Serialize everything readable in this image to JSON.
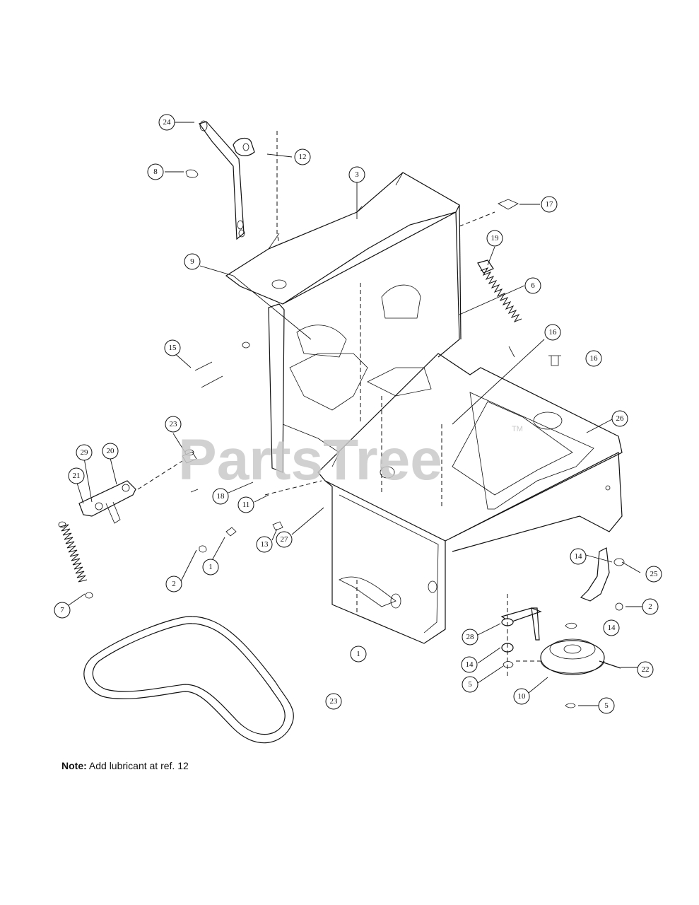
{
  "watermark": {
    "text": "PartsTree",
    "trademark": "TM"
  },
  "note": {
    "label": "Note:",
    "text": " Add lubricant at ref. 12"
  },
  "callouts": [
    {
      "id": "c24",
      "label": "24"
    },
    {
      "id": "c12",
      "label": "12"
    },
    {
      "id": "c8",
      "label": "8"
    },
    {
      "id": "c3",
      "label": "3"
    },
    {
      "id": "c17",
      "label": "17"
    },
    {
      "id": "c19",
      "label": "19"
    },
    {
      "id": "c9",
      "label": "9"
    },
    {
      "id": "c6",
      "label": "6"
    },
    {
      "id": "c16a",
      "label": "16"
    },
    {
      "id": "c16b",
      "label": "16"
    },
    {
      "id": "c15",
      "label": "15"
    },
    {
      "id": "c26",
      "label": "26"
    },
    {
      "id": "c23a",
      "label": "23"
    },
    {
      "id": "c29",
      "label": "29"
    },
    {
      "id": "c20",
      "label": "20"
    },
    {
      "id": "c21",
      "label": "21"
    },
    {
      "id": "c18",
      "label": "18"
    },
    {
      "id": "c11",
      "label": "11"
    },
    {
      "id": "c13",
      "label": "13"
    },
    {
      "id": "c27",
      "label": "27"
    },
    {
      "id": "c1a",
      "label": "1"
    },
    {
      "id": "c2a",
      "label": "2"
    },
    {
      "id": "c7",
      "label": "7"
    },
    {
      "id": "c14a",
      "label": "14"
    },
    {
      "id": "c25",
      "label": "25"
    },
    {
      "id": "c2b",
      "label": "2"
    },
    {
      "id": "c28",
      "label": "28"
    },
    {
      "id": "c14b",
      "label": "14"
    },
    {
      "id": "c1b",
      "label": "1"
    },
    {
      "id": "c14c",
      "label": "14"
    },
    {
      "id": "c22",
      "label": "22"
    },
    {
      "id": "c5a",
      "label": "5"
    },
    {
      "id": "c10",
      "label": "10"
    },
    {
      "id": "c5b",
      "label": "5"
    },
    {
      "id": "c23b",
      "label": "23"
    }
  ]
}
